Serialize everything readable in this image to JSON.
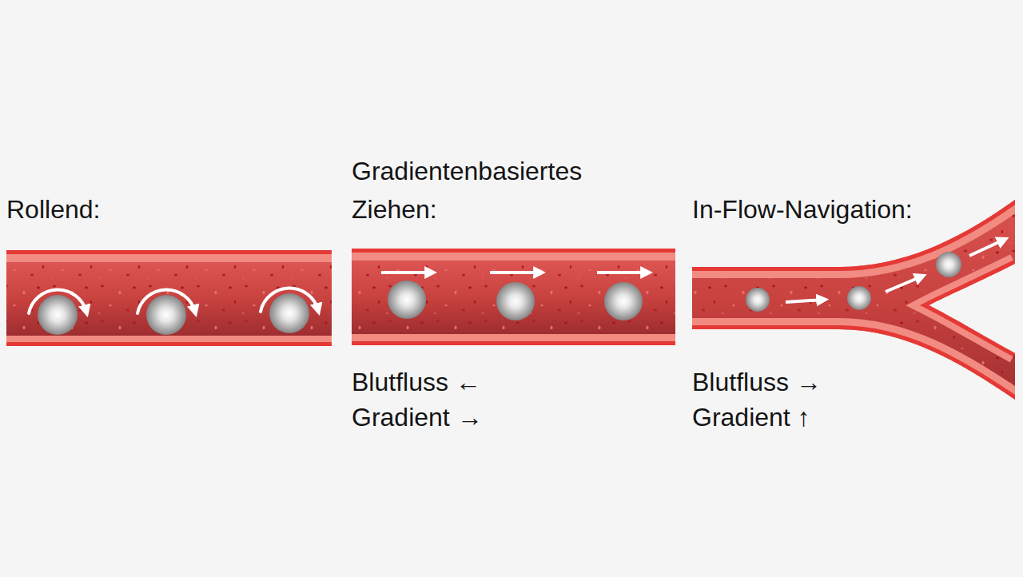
{
  "diagram": {
    "labels": [
      "Rollend:",
      "Gradientenbasiertes Ziehen:",
      "In-Flow-Navigation:",
      "Blutfluss ←",
      "Gradient →",
      "Blutfluss →",
      "Gradient ↑"
    ]
  }
}
